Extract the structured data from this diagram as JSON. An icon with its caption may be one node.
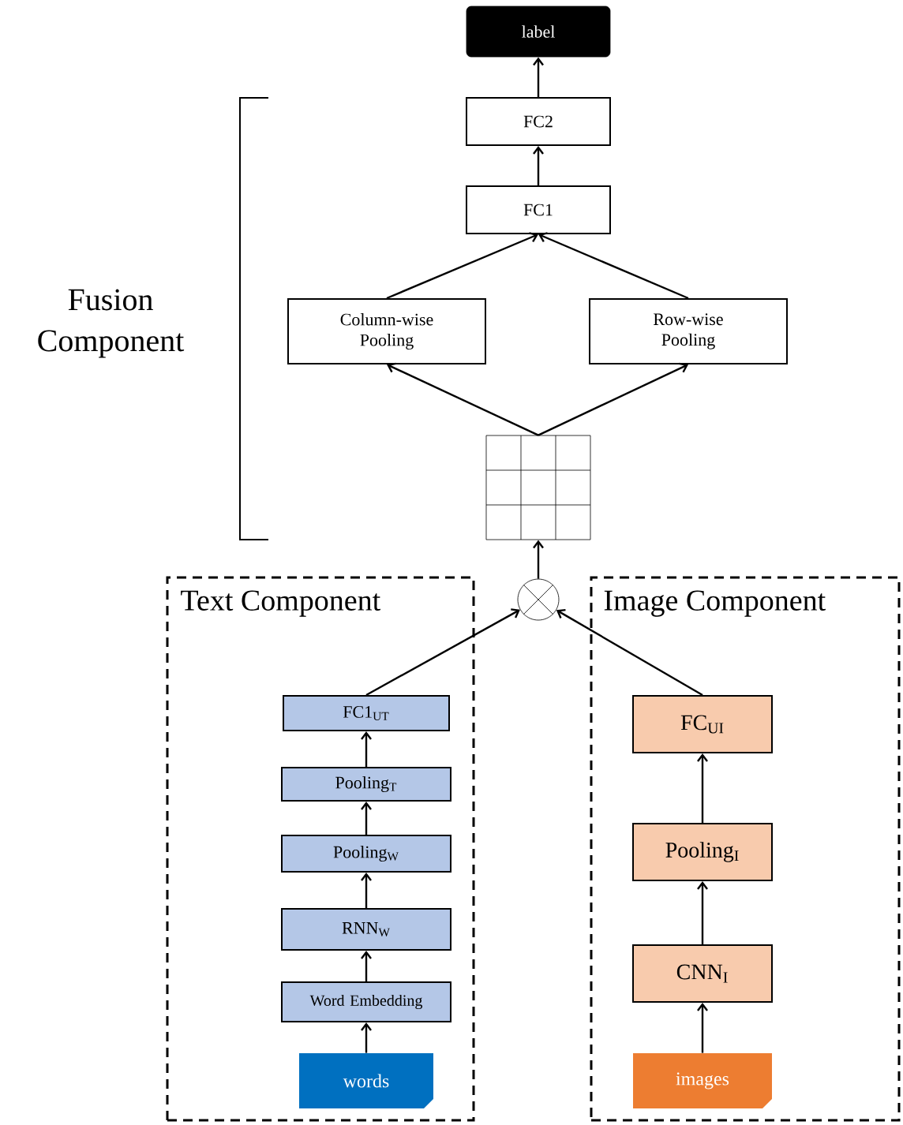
{
  "diagram": {
    "nodes": [
      {
        "text": [
          "label"
        ]
      },
      {
        "text": [
          "FC2"
        ]
      },
      {
        "text": [
          "FC1"
        ]
      },
      {
        "text": [
          "Column-wise Pooling"
        ]
      },
      {
        "text": [
          "Row-wise Pooling"
        ]
      },
      {
        "text": [],
        "shape": "grid"
      },
      {
        "text": [],
        "shape": "circle"
      },
      {
        "text": [
          "Text Component"
        ]
      },
      {
        "text": [
          "Image Component"
        ]
      },
      {
        "text": [
          "FC1$_{UT}$"
        ],
        "in": 7
      },
      {
        "text": [
          "Pooling$_{T}$"
        ],
        "in": 7
      },
      {
        "text": [
          "Pooling$_{W}$"
        ],
        "in": 7
      },
      {
        "text": [
          "RNN$_{W}$"
        ],
        "in": 7
      },
      {
        "text": [
          "Word Embedding"
        ],
        "in": 7
      },
      {
        "text": [
          "words"
        ],
        "in": 7
      },
      {
        "text": [
          "FC$_{UI}$"
        ],
        "in": 8
      },
      {
        "text": [
          "Pooling$_{I}$"
        ],
        "in": 8
      },
      {
        "text": [
          "CNN$_{I}$"
        ],
        "in": 8
      },
      {
        "text": [
          "images"
        ],
        "in": 8
      }
    ],
    "edges": [
      {
        "from": 1,
        "to": 0,
        "arrow": "to"
      },
      {
        "from": 2,
        "to": 1,
        "arrow": "to"
      },
      {
        "from": 3,
        "to": 2,
        "arrow": "to"
      },
      {
        "from": 4,
        "to": 2,
        "arrow": "to"
      },
      {
        "from": 5,
        "to": 3,
        "arrow": "to"
      },
      {
        "from": 5,
        "to": 4,
        "arrow": "to"
      },
      {
        "from": 6,
        "to": 5,
        "arrow": "to"
      },
      {
        "from": 9,
        "to": 6,
        "arrow": "to"
      },
      {
        "from": 15,
        "to": 6,
        "arrow": "to"
      },
      {
        "from": 10,
        "to": 9,
        "arrow": "to"
      },
      {
        "from": 11,
        "to": 10,
        "arrow": "to"
      },
      {
        "from": 12,
        "to": 11,
        "arrow": "to"
      },
      {
        "from": 13,
        "to": 12,
        "arrow": "to"
      },
      {
        "from": 14,
        "to": 13,
        "arrow": "to"
      },
      {
        "from": 16,
        "to": 15,
        "arrow": "to"
      },
      {
        "from": 17,
        "to": 16,
        "arrow": "to"
      },
      {
        "from": 18,
        "to": 17,
        "arrow": "to"
      }
    ],
    "labels": [
      "Fusion Component"
    ]
  }
}
